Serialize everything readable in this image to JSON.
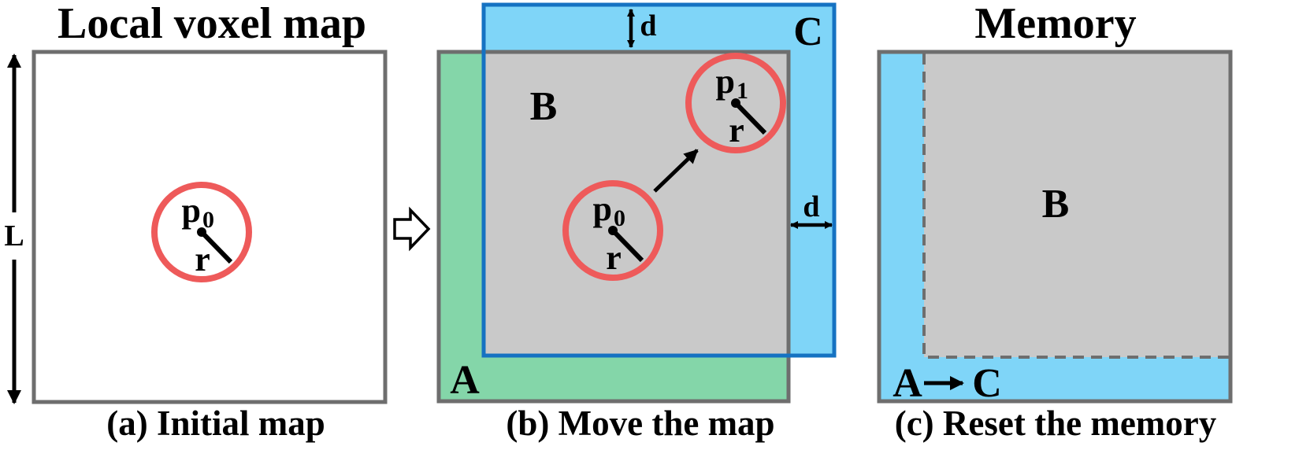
{
  "panels": {
    "a": {
      "title": "Local voxel map",
      "caption": "(a) Initial map",
      "length_label": "L",
      "point_label": "p",
      "point_subscript": "0",
      "radius_label": "r"
    },
    "b": {
      "caption": "(b) Move the map",
      "region_a": "A",
      "region_b": "B",
      "region_c": "C",
      "offset_top_label": "d",
      "offset_right_label": "d",
      "point0_label": "p",
      "point0_subscript": "0",
      "point1_label": "p",
      "point1_subscript": "1",
      "radius0_label": "r",
      "radius1_label": "r"
    },
    "c": {
      "title": "Memory",
      "caption": "(c) Reset the memory",
      "region_b": "B",
      "region_a": "A",
      "region_c": "C"
    }
  },
  "colors": {
    "map_border": "#6e6e6e",
    "overlap_gray": "#c9c9c9",
    "region_a_green": "#84d6a9",
    "region_c_blue": "#7fd5f8",
    "region_c_border": "#1572c2",
    "circle_red": "#ee5a5a",
    "text": "#000000"
  },
  "icons": {
    "transition": "hollow-right-arrow-icon"
  }
}
